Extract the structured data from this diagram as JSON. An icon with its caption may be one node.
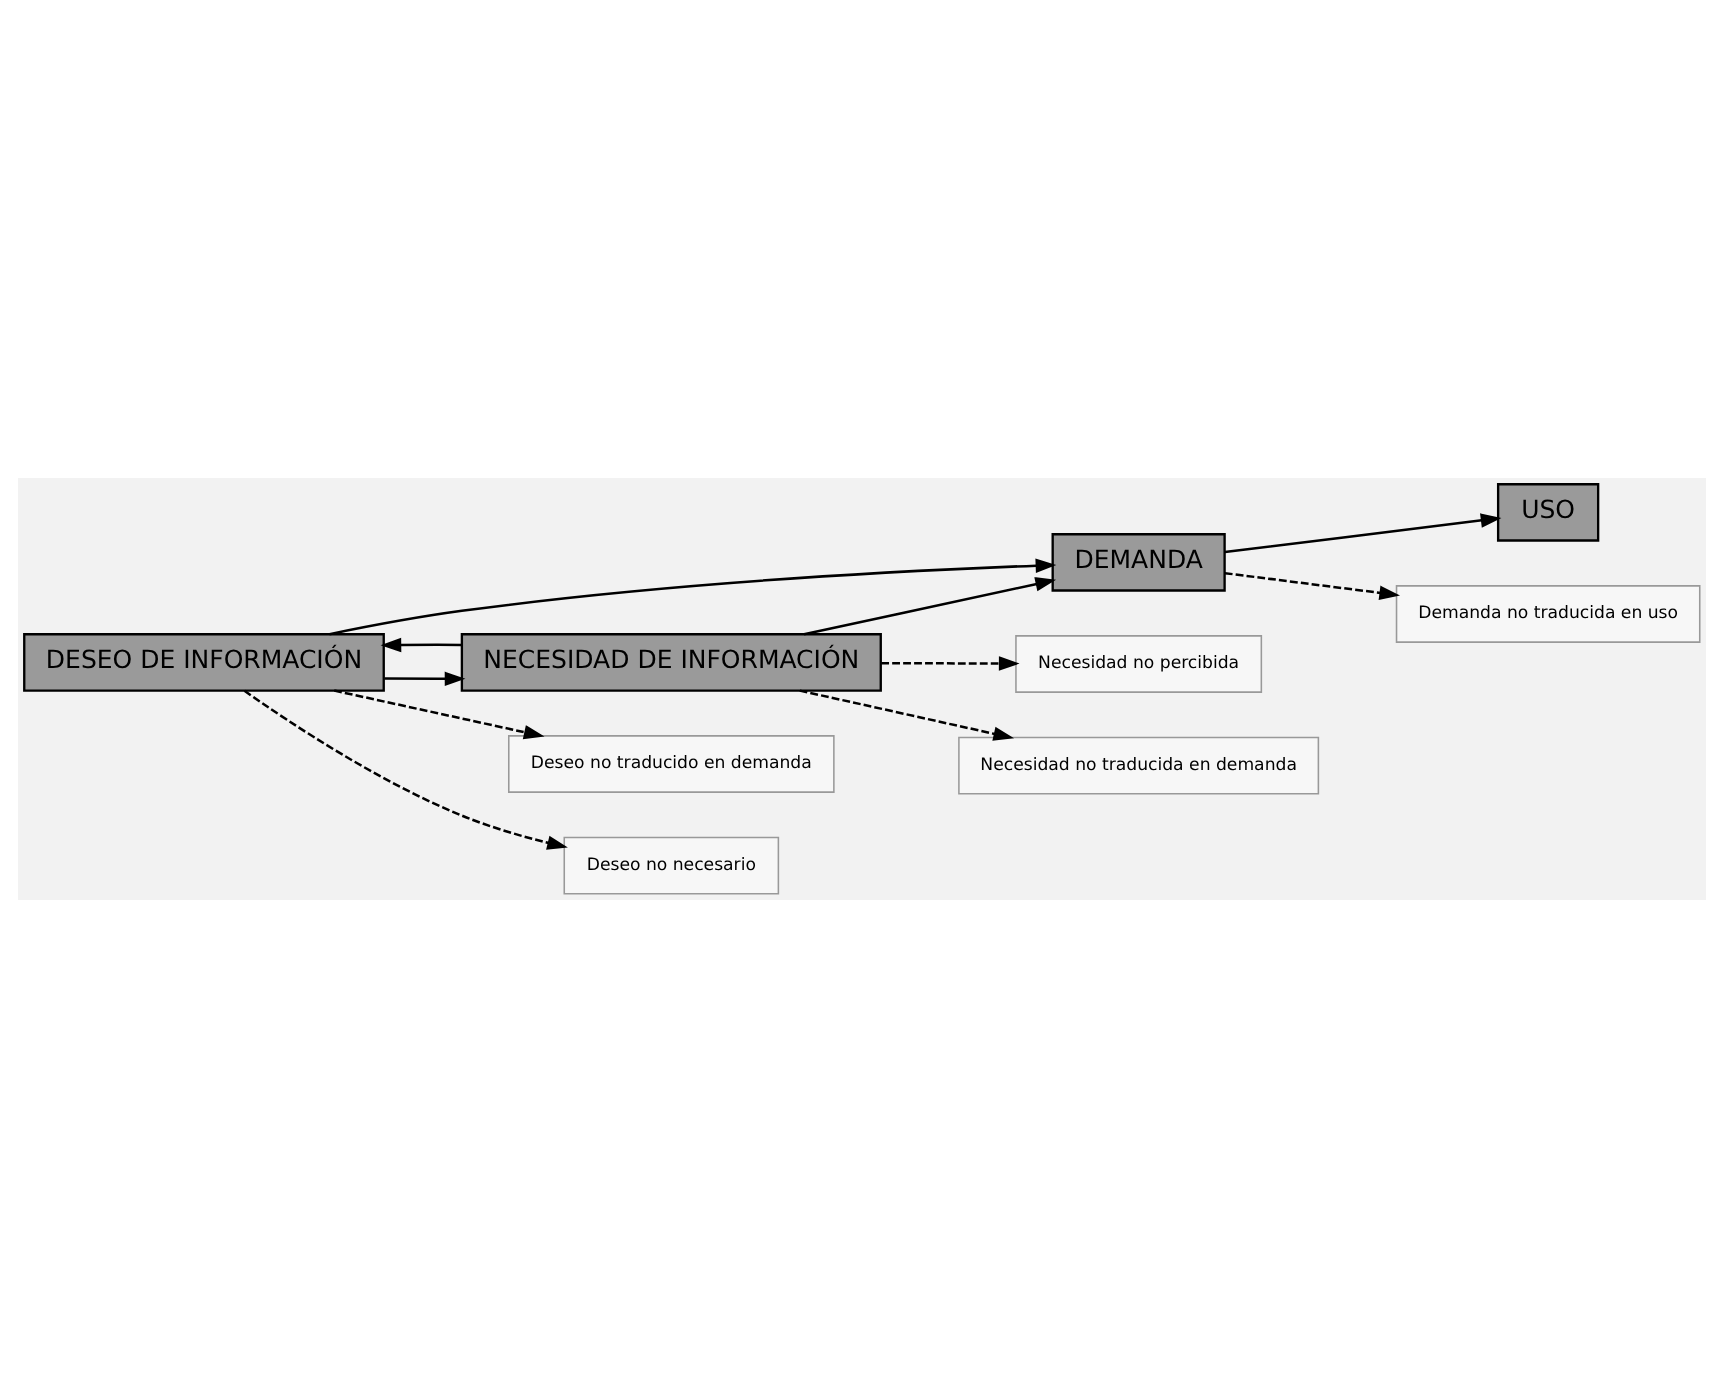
{
  "diagram": {
    "nodes": [
      {
        "text": [
          "DESEO DE INFORMACIÓN"
        ]
      },
      {
        "text": [
          "NECESIDAD DE INFORMACIÓN"
        ]
      },
      {
        "text": [
          "DEMANDA"
        ]
      },
      {
        "text": [
          "USO"
        ]
      },
      {
        "text": [
          "Deseo no traducido en demanda"
        ]
      },
      {
        "text": [
          "Deseo no necesario"
        ]
      },
      {
        "text": [
          "Necesidad no percibida"
        ]
      },
      {
        "text": [
          "Demanda no traducida en uso"
        ]
      },
      {
        "text": [
          "Necesidad no traducida en demanda"
        ]
      }
    ],
    "edges": [
      {
        "from": 0,
        "to": 4,
        "arrow": "to",
        "style": "dashed"
      },
      {
        "from": 0,
        "to": 2,
        "arrow": "to"
      },
      {
        "from": 0,
        "to": 5,
        "arrow": "to",
        "style": "dashed"
      },
      {
        "from": 0,
        "to": 1,
        "arrow": "to"
      },
      {
        "from": 1,
        "to": 0,
        "arrow": "to"
      },
      {
        "from": 1,
        "to": 6,
        "arrow": "to",
        "style": "dashed"
      },
      {
        "from": 2,
        "to": 3,
        "arrow": "to"
      },
      {
        "from": 2,
        "to": 7,
        "arrow": "to",
        "style": "dashed"
      },
      {
        "from": 1,
        "to": 2,
        "arrow": "to"
      },
      {
        "from": 1,
        "to": 8,
        "arrow": "to",
        "style": "dashed"
      }
    ]
  }
}
